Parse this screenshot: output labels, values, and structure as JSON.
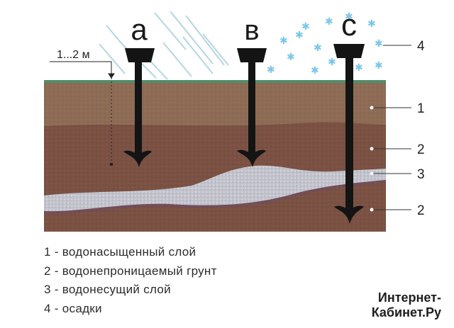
{
  "wells": [
    {
      "label": "а"
    },
    {
      "label": "в"
    },
    {
      "label": "с"
    }
  ],
  "depth_marker": "1...2 м",
  "layer_markers": [
    "4",
    "1",
    "2",
    "3",
    "2"
  ],
  "legend": [
    "1 - водонасыщенный слой",
    "2 - водонепроницаемый грунт",
    "3 - водонесущий слой",
    "4 - осадки"
  ],
  "watermark": {
    "line1": "Интернет-",
    "line2": "Кабинет.Ру"
  },
  "colors": {
    "topsoil": "#8c6c55",
    "clay": "#7a5241",
    "aquifer": "#c3c3cd",
    "grass": "#4f8f6a",
    "rain": "#9fc7d6",
    "snow": "#7ec6ea",
    "auger": "#141414"
  }
}
